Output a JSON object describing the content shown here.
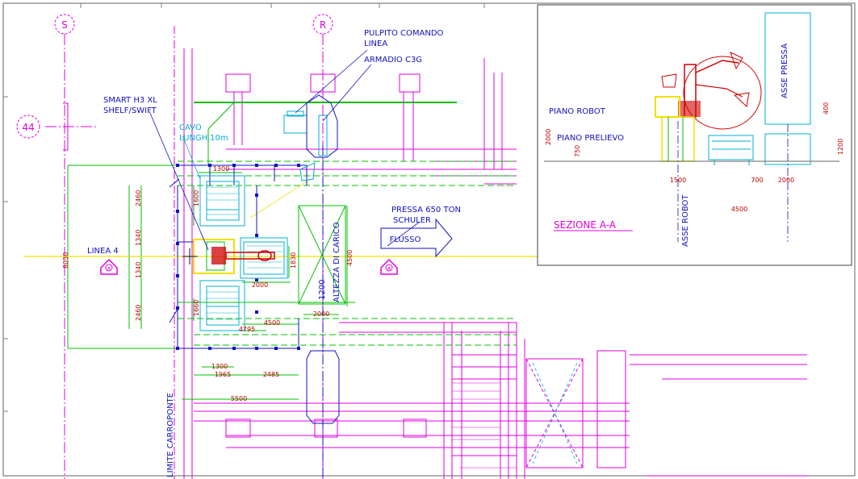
{
  "grid": {
    "col_s": "S",
    "col_r": "R",
    "row_44": "44",
    "section_marker": "A"
  },
  "labels": {
    "pulpito": [
      "PULPITO COMANDO",
      "LINEA"
    ],
    "armadio": "ARMADIO C3G",
    "smart": [
      "SMART H3 XL",
      "SHELF/SWIFT"
    ],
    "cavo": [
      "CAVO",
      "LUNGH.10m"
    ],
    "pressa": [
      "PRESSA 650 TON",
      "SCHULER"
    ],
    "flusso": "FLUSSO",
    "linea": "LINEA 4",
    "altezza": "ALTEZZA DI CARICO",
    "altezza_val": "1200",
    "limite": "LIMITE CARROPONTE"
  },
  "dimensions": {
    "d1300a": "1300",
    "d1600": "1600",
    "d2460a": "2460",
    "d1340a": "1340",
    "d1340b": "1340",
    "d2460b": "2460",
    "d8050": "8050",
    "d1830": "1830",
    "d2000a": "2000",
    "d4500a": "4500",
    "d2000b": "2000",
    "d1660": "1660",
    "d4500b": "4500",
    "d4795": "4795",
    "d1300b": "1300",
    "d1965": "1965",
    "d2485": "2485",
    "d5500": "5500"
  },
  "section": {
    "title": "SEZIONE A-A",
    "piano_robot": "PIANO ROBOT",
    "piano_prelievo": "PIANO PRELIEVO",
    "asse_pressa": "ASSE PRESSA",
    "asse_robot": "ASSE ROBOT",
    "d2000": "2000",
    "d750": "750",
    "d400": "400",
    "d1200": "1200",
    "d1500": "1500",
    "d700": "700",
    "d2000b": "2000",
    "d4500": "4500"
  },
  "colors": {
    "magenta": "#e000e0",
    "green": "#00c000",
    "blue": "#1010c0",
    "red": "#d00000",
    "yellow": "#f0e000",
    "cyan": "#00b0d0"
  }
}
